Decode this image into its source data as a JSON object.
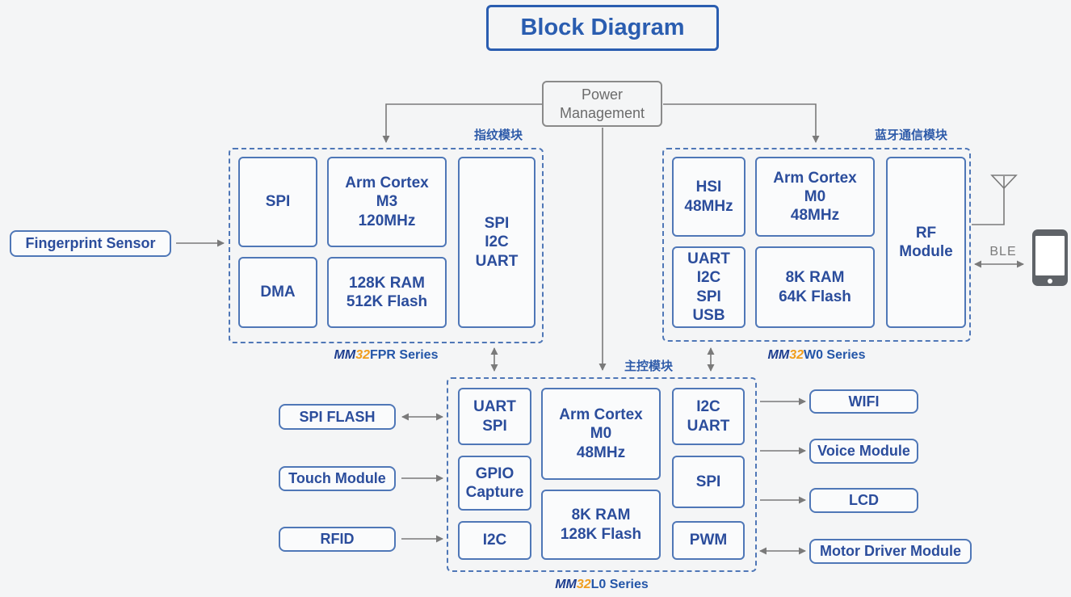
{
  "title": "Block Diagram",
  "power_management": {
    "label": "Power Management"
  },
  "modules": {
    "fingerprint": {
      "tag": "指纹模块",
      "series": {
        "mm": "MM",
        "num": "32",
        "rest": "FPR Series"
      },
      "blocks": {
        "spi": "SPI",
        "cpu": "Arm Cortex\nM3\n120MHz",
        "dma": "DMA",
        "memory": "128K RAM\n512K Flash",
        "peripherals": "SPI\nI2C\nUART"
      }
    },
    "bluetooth": {
      "tag": "蓝牙通信模块",
      "series": {
        "mm": "MM",
        "num": "32",
        "rest": "W0 Series"
      },
      "blocks": {
        "hsi": "HSI\n48MHz",
        "cpu": "Arm Cortex\nM0\n48MHz",
        "peripherals": "UART\nI2C\nSPI\nUSB",
        "memory": "8K RAM\n64K Flash",
        "rf": "RF\nModule"
      }
    },
    "main_control": {
      "tag": "主控模块",
      "series": {
        "mm": "MM",
        "num": "32",
        "rest": "L0 Series"
      },
      "blocks": {
        "uart_spi": "UART\nSPI",
        "gpio_capture": "GPIO\nCapture",
        "i2c": "I2C",
        "cpu": "Arm Cortex\nM0\n48MHz",
        "memory": "8K RAM\n128K Flash",
        "i2c_uart": "I2C\nUART",
        "spi": "SPI",
        "pwm": "PWM"
      }
    }
  },
  "peripherals": {
    "fingerprint_sensor": "Fingerprint Sensor",
    "spi_flash": "SPI FLASH",
    "touch_module": "Touch Module",
    "rfid": "RFID",
    "wifi": "WIFI",
    "voice_module": "Voice Module",
    "lcd": "LCD",
    "motor_driver": "Motor Driver Module"
  },
  "labels": {
    "ble": "BLE"
  },
  "icons": {
    "antenna": "antenna-icon",
    "phone": "smartphone-icon"
  },
  "colors": {
    "title_blue": "#2a5db0",
    "navy_text": "#2b4d9c",
    "box_border": "#4f77b7",
    "dashed_border": "#4f77b7",
    "tag_blue": "#2e5ba9",
    "series_blue": "#2456a8",
    "series_navy": "#1d3d8f",
    "orange": "#f09e1e",
    "gray": "#7a7a7a",
    "background": "#f4f5f6",
    "box_fill": "#fafbfc"
  }
}
